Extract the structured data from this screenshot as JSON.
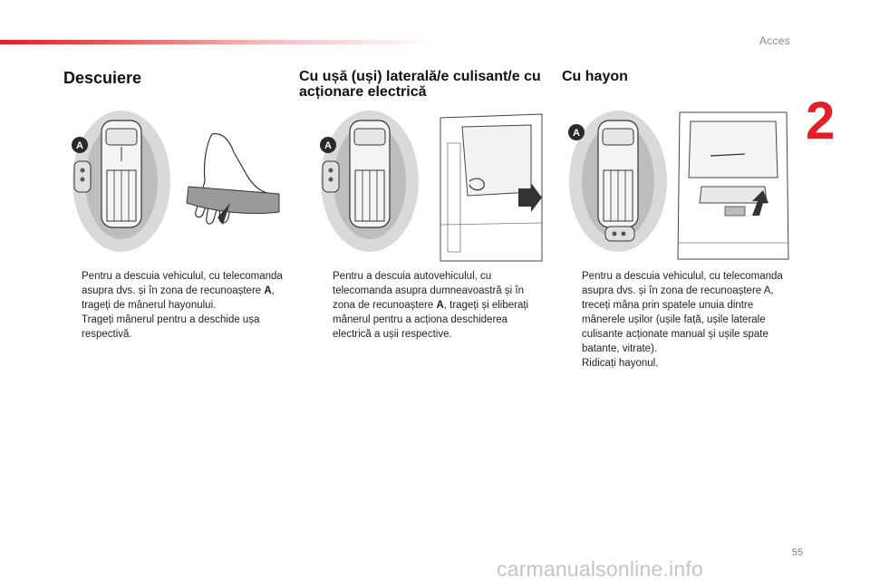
{
  "header": {
    "section_label": "Acces",
    "chapter_number": "2"
  },
  "columns": [
    {
      "title": "Descuiere",
      "bullets": [
        {
          "marker": "",
          "text": "Pentru a descuia vehiculul, cu telecomanda asupra dvs. și în zona de recunoaștere ",
          "bold": "A",
          "text_after": ", trageți de mânerul hayonului."
        },
        {
          "marker": "",
          "text": "Trageți mânerul pentru a deschide ușa respectivă.",
          "bold": "",
          "text_after": ""
        }
      ]
    },
    {
      "title": "Cu ușă (uși) laterală/e culisant/e cu acționare electrică",
      "bullets": [
        {
          "marker": "",
          "text": "Pentru a descuia autovehiculul, cu telecomanda asupra dumneavoastră și în zona de recunoaștere ",
          "bold": "A",
          "text_after": ", trageți și eliberați mânerul pentru a acționa deschiderea electrică a ușii respective."
        }
      ]
    },
    {
      "title": "Cu hayon",
      "bullets": [
        {
          "marker": "",
          "text": "Pentru a descuia vehiculul, cu telecomanda asupra dvs. și în zona de recunoaștere A, treceți mâna prin spatele unuia dintre mânerele ușilor (ușile față, ușile laterale culisante acționate manual și ușile spate batante, vitrate).",
          "bold": "",
          "text_after": ""
        },
        {
          "marker": "",
          "text": "Ridicați hayonul.",
          "bold": "",
          "text_after": ""
        }
      ]
    }
  ],
  "illustrations": {
    "zone_label": "A"
  },
  "footer": {
    "page_number": "55",
    "watermark": "carmanualsonline.info"
  },
  "colors": {
    "accent": "#e21f26",
    "zone_outer": "#d9d9d9",
    "zone_inner": "#bdbdbd",
    "badge": "#2a2a2a"
  }
}
